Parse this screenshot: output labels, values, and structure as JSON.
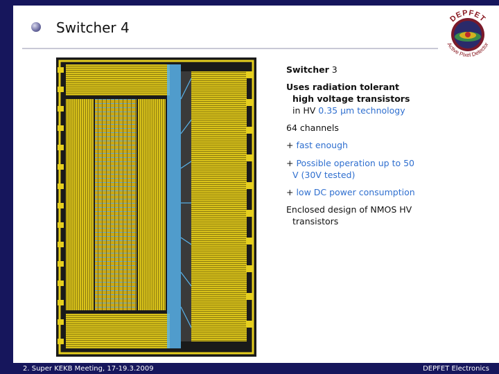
{
  "slide": {
    "title": "Switcher 4",
    "bullets": {
      "b1_bold": "Switcher",
      "b1_rest": " 3",
      "b2_line1": "Uses radiation tolerant",
      "b2_line2": "high voltage transistors",
      "b2_line3_pre": "in HV ",
      "b2_line3_blue": "0.35 μm technology",
      "b3": "64 channels",
      "b4_plus": "+ ",
      "b4_blue": "fast enough",
      "b5_plus": "+ ",
      "b5_line1": "Possible operation up to 50",
      "b5_line2": "V (30V tested)",
      "b6_plus": "+ ",
      "b6_blue": "low DC power consumption",
      "b7_line1": "Enclosed design of NMOS HV",
      "b7_line2": "transistors"
    }
  },
  "footer": {
    "left": "2. Super KEKB Meeting, 17-19.3.2009",
    "right": "DEPFET Electronics"
  },
  "logo": {
    "top_text": "DEPFET",
    "bottom_text": "Active Pixel Detector"
  },
  "colors": {
    "frame": "#16165c",
    "accent_blue": "#2f6fcf",
    "chip_yellow": "#e6cf1e",
    "chip_blue": "#5ab4ec"
  }
}
